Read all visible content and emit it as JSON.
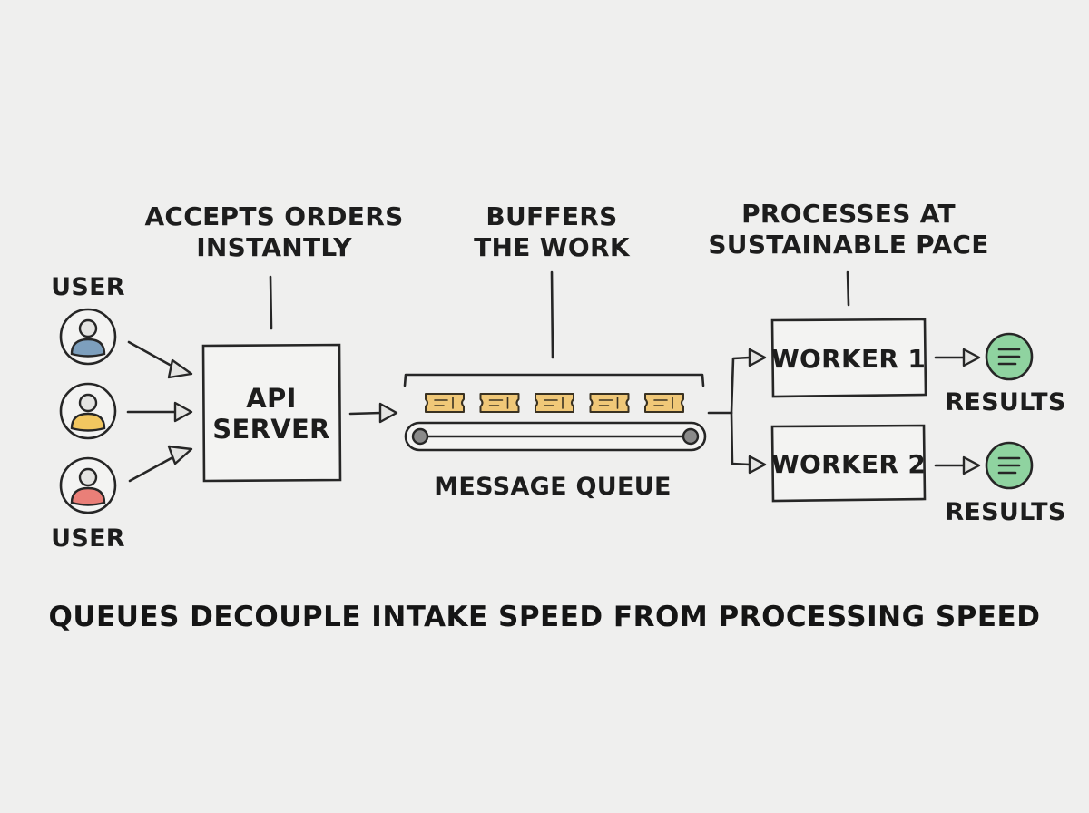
{
  "annotations": {
    "api": [
      "ACCEPTS ORDERS",
      "INSTANTLY"
    ],
    "queue": [
      "BUFFERS",
      "THE WORK"
    ],
    "workers": [
      "PROCESSES AT",
      "SUSTAINABLE PACE"
    ]
  },
  "users": {
    "top_label": "USER",
    "bottom_label": "USER",
    "colors": [
      "#7d9fbd",
      "#f2c760",
      "#ea7f78"
    ]
  },
  "api_server": {
    "label": [
      "API",
      "SERVER"
    ]
  },
  "queue": {
    "label": "MESSAGE QUEUE",
    "ticket_count": 5,
    "ticket_color": "#f0c878",
    "belt_color": "#8a8a8a"
  },
  "workers": [
    {
      "label": "WORKER 1",
      "result_label": "RESULTS"
    },
    {
      "label": "WORKER 2",
      "result_label": "RESULTS"
    }
  ],
  "result_icon_color": "#8fd3a0",
  "caption": "QUEUES DECOUPLE INTAKE SPEED FROM PROCESSING SPEED"
}
